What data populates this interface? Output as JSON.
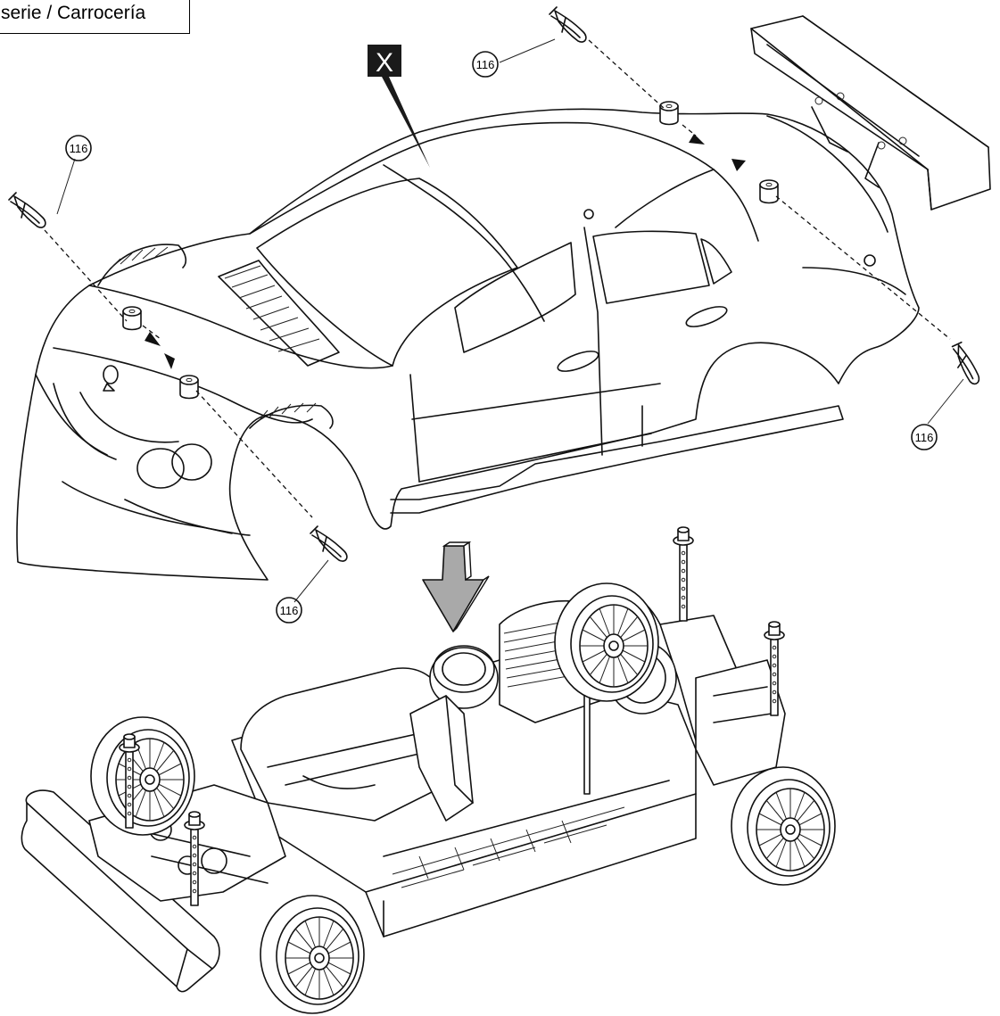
{
  "header": {
    "title": "serie / Carrocería"
  },
  "labels": {
    "body_marker": "X",
    "clip_part_number": "116"
  },
  "colors": {
    "arrow_fill": "#a9a9a9",
    "line": "#111111",
    "marker_bg": "#1a1a1a"
  }
}
